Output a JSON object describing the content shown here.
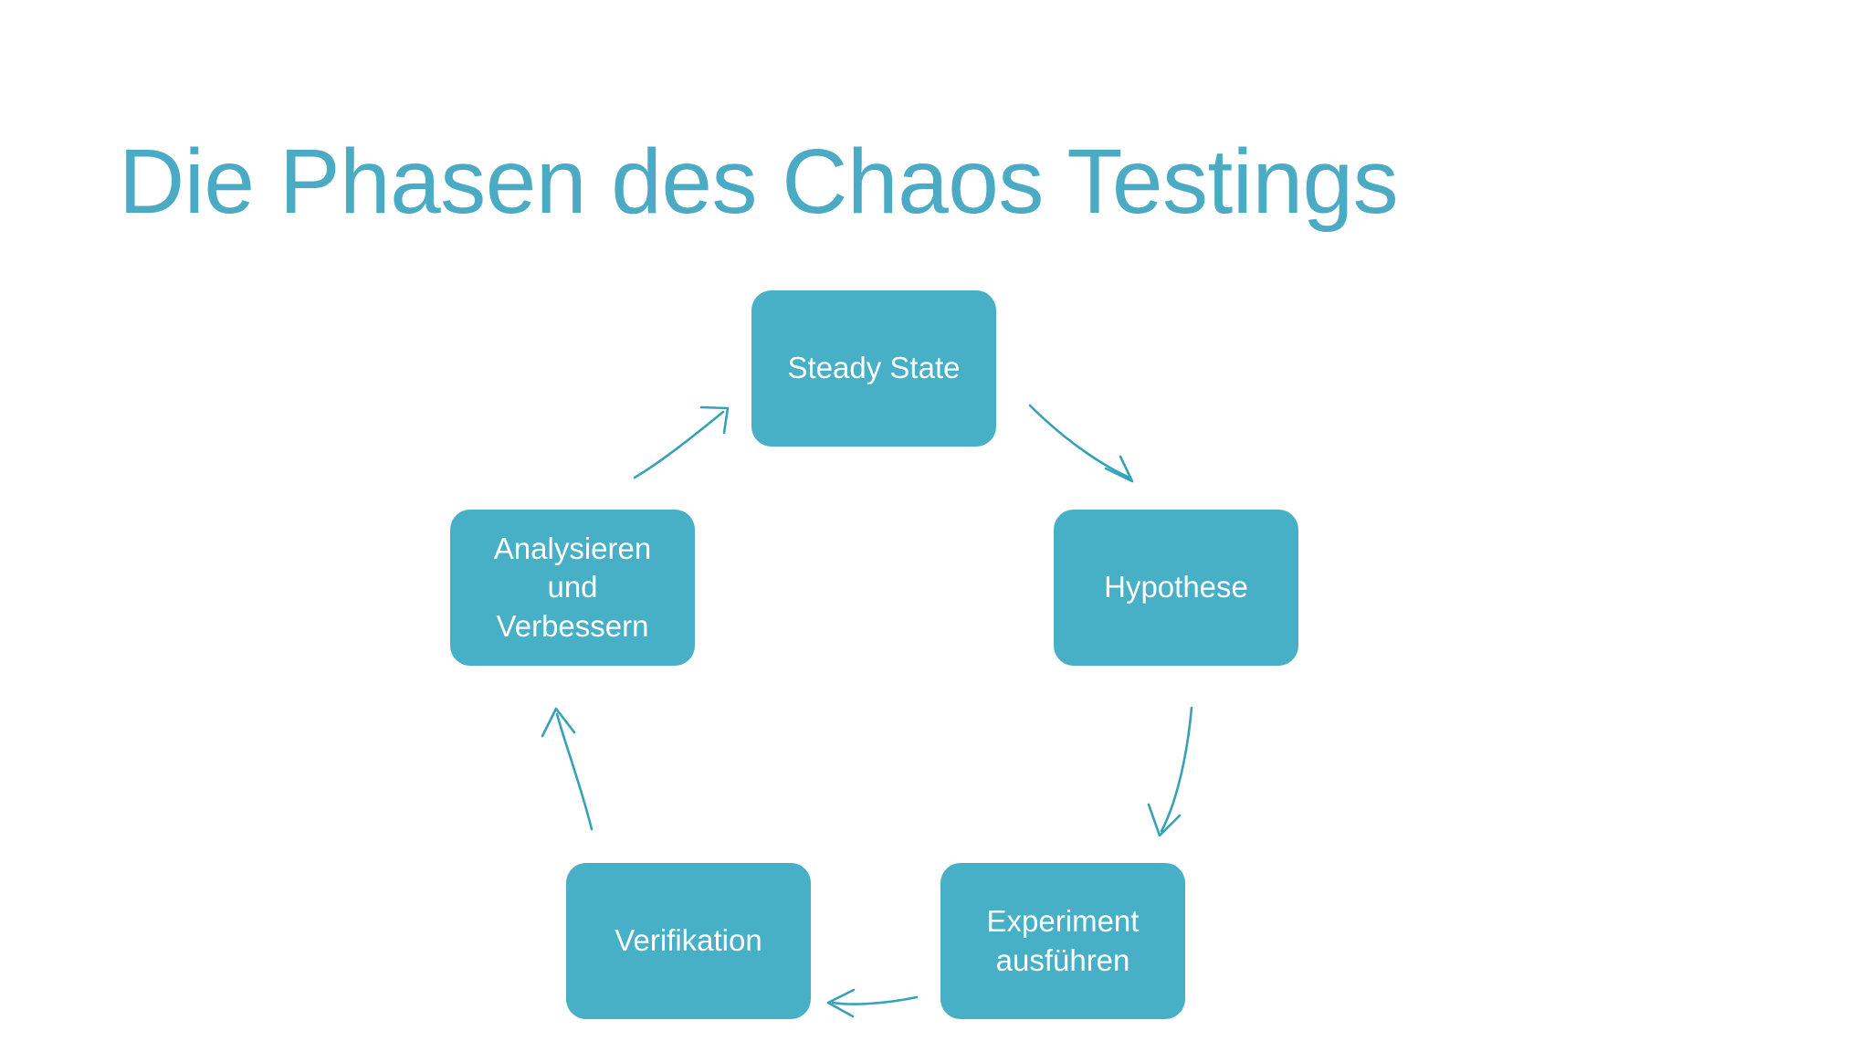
{
  "slide": {
    "title": "Die Phasen des Chaos Testings",
    "background_color": "#ffffff",
    "accent_color": "#4BABC4",
    "node_fill_color": "#47AFC6",
    "node_text_color": "#ffffff",
    "arrow_color": "#36A2B8"
  },
  "cycle": {
    "nodes": [
      {
        "id": "steady-state",
        "label": "Steady State"
      },
      {
        "id": "hypothese",
        "label": "Hypothese"
      },
      {
        "id": "experiment",
        "label": "Experiment\nausführen"
      },
      {
        "id": "verifikation",
        "label": "Verifikation"
      },
      {
        "id": "analysieren",
        "label": "Analysieren\nund\nVerbessern"
      }
    ],
    "arrows": [
      {
        "id": "steady-state-to-hypothese",
        "from": "steady-state",
        "to": "hypothese",
        "direction": "down-right"
      },
      {
        "id": "hypothese-to-experiment",
        "from": "hypothese",
        "to": "experiment",
        "direction": "down"
      },
      {
        "id": "experiment-to-verifikation",
        "from": "experiment",
        "to": "verifikation",
        "direction": "left"
      },
      {
        "id": "verifikation-to-analysieren",
        "from": "verifikation",
        "to": "analysieren",
        "direction": "up"
      },
      {
        "id": "analysieren-to-steady-state",
        "from": "analysieren",
        "to": "steady-state",
        "direction": "up-right"
      }
    ]
  }
}
